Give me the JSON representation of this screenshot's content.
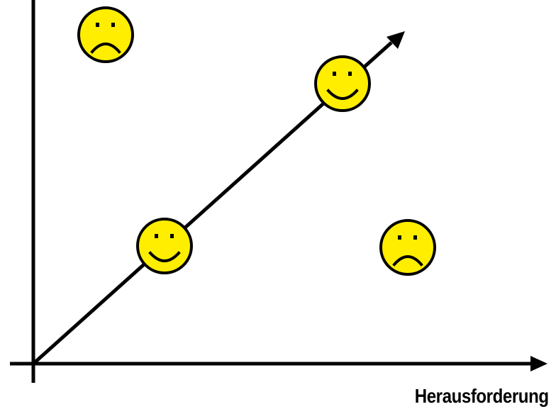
{
  "diagram": {
    "x_axis_label": "Herausforderung",
    "smileys": [
      {
        "mood": "sad",
        "icon": "sad-face-icon"
      },
      {
        "mood": "happy",
        "icon": "happy-face-icon"
      },
      {
        "mood": "happy",
        "icon": "happy-face-icon"
      },
      {
        "mood": "sad",
        "icon": "sad-face-icon"
      }
    ],
    "colors": {
      "face_fill": "#ffee00",
      "face_outline": "#000000",
      "lines": "#000000",
      "background": "#ffffff"
    }
  }
}
